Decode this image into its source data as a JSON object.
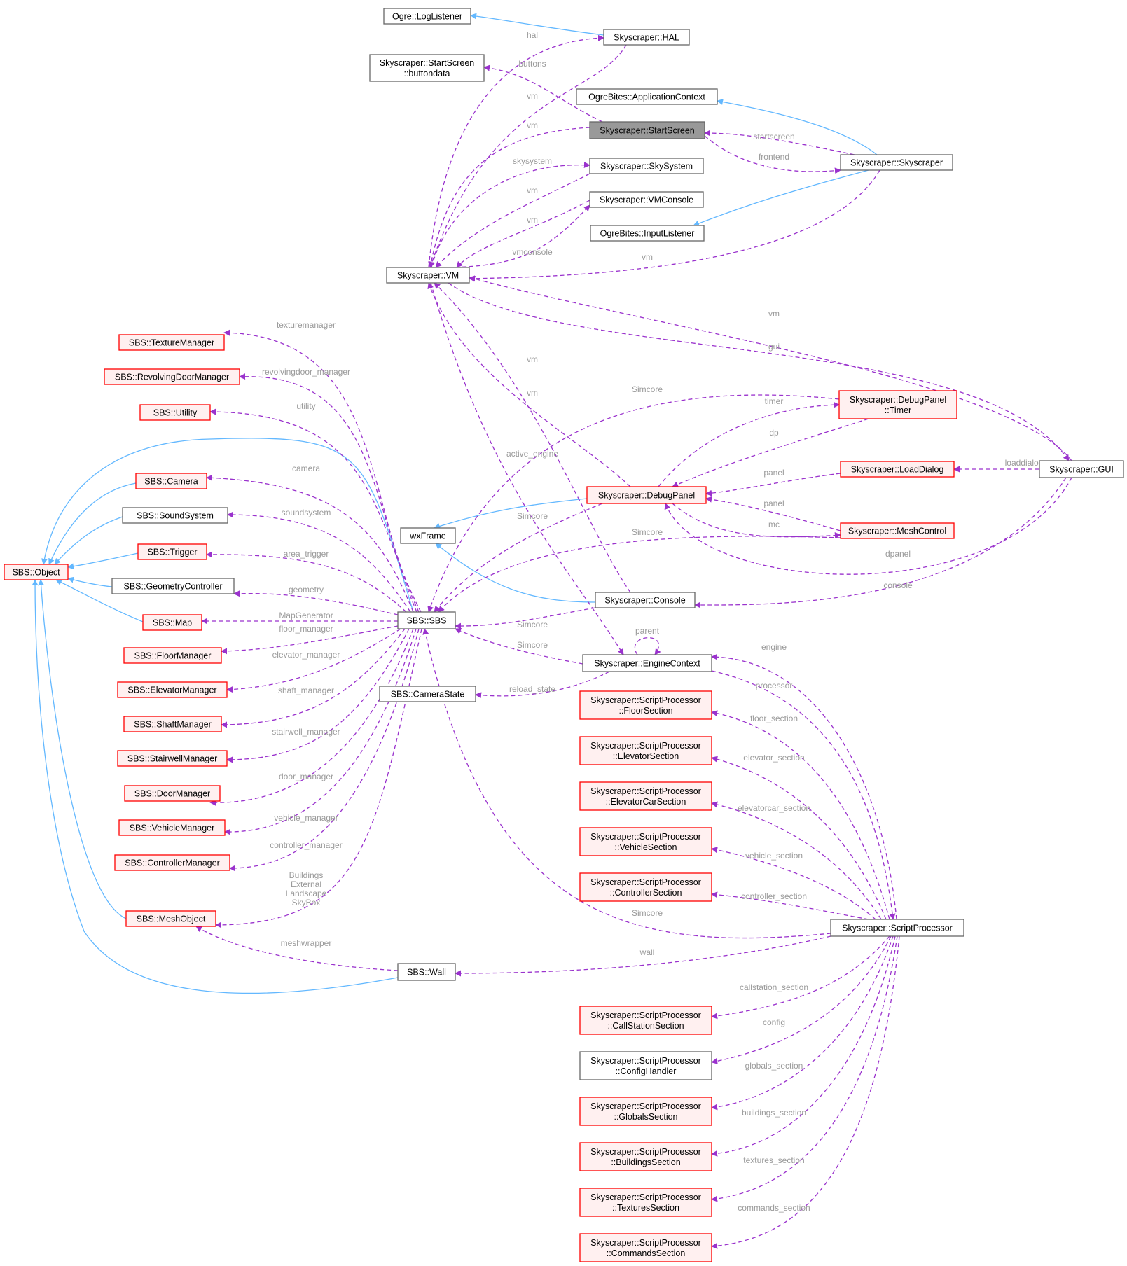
{
  "colors": {
    "use_edge": "#9a32cd",
    "inherit_edge": "#63b8ff",
    "node_border_ok": "#666666",
    "node_border_red": "#ff0000",
    "node_fill_red": "#fff0f0",
    "node_fill_focus": "#999999",
    "label_text": "#9a9a9a"
  },
  "nodes": {
    "logl": {
      "lines": [
        "Ogre::LogListener"
      ],
      "style": "ok"
    },
    "hal": {
      "lines": [
        "Skyscraper::HAL"
      ],
      "style": "ok"
    },
    "bdata": {
      "lines": [
        "Skyscraper::StartScreen",
        "::buttondata"
      ],
      "style": "ok"
    },
    "appctx": {
      "lines": [
        "OgreBites::ApplicationContext"
      ],
      "style": "ok"
    },
    "start": {
      "lines": [
        "Skyscraper::StartScreen"
      ],
      "style": "focus"
    },
    "sky": {
      "lines": [
        "Skyscraper::Skyscraper"
      ],
      "style": "ok"
    },
    "skysys": {
      "lines": [
        "Skyscraper::SkySystem"
      ],
      "style": "ok"
    },
    "vmcon": {
      "lines": [
        "Skyscraper::VMConsole"
      ],
      "style": "ok"
    },
    "inl": {
      "lines": [
        "OgreBites::InputListener"
      ],
      "style": "ok"
    },
    "vm": {
      "lines": [
        "Skyscraper::VM"
      ],
      "style": "ok"
    },
    "texm": {
      "lines": [
        "SBS::TextureManager"
      ],
      "style": "red"
    },
    "rdm": {
      "lines": [
        "SBS::RevolvingDoorManager"
      ],
      "style": "red"
    },
    "util": {
      "lines": [
        "SBS::Utility"
      ],
      "style": "red"
    },
    "cam": {
      "lines": [
        "SBS::Camera"
      ],
      "style": "red"
    },
    "snd": {
      "lines": [
        "SBS::SoundSystem"
      ],
      "style": "ok"
    },
    "trig": {
      "lines": [
        "SBS::Trigger"
      ],
      "style": "red"
    },
    "obj": {
      "lines": [
        "SBS::Object"
      ],
      "style": "red"
    },
    "geo": {
      "lines": [
        "SBS::GeometryController"
      ],
      "style": "ok"
    },
    "map": {
      "lines": [
        "SBS::Map"
      ],
      "style": "red"
    },
    "flm": {
      "lines": [
        "SBS::FloorManager"
      ],
      "style": "red"
    },
    "elm": {
      "lines": [
        "SBS::ElevatorManager"
      ],
      "style": "red"
    },
    "shm": {
      "lines": [
        "SBS::ShaftManager"
      ],
      "style": "red"
    },
    "stm": {
      "lines": [
        "SBS::StairwellManager"
      ],
      "style": "red"
    },
    "dm": {
      "lines": [
        "SBS::DoorManager"
      ],
      "style": "red"
    },
    "vhm": {
      "lines": [
        "SBS::VehicleManager"
      ],
      "style": "red"
    },
    "ctm": {
      "lines": [
        "SBS::ControllerManager"
      ],
      "style": "red"
    },
    "mesh": {
      "lines": [
        "SBS::MeshObject"
      ],
      "style": "red"
    },
    "wall": {
      "lines": [
        "SBS::Wall"
      ],
      "style": "ok"
    },
    "sbs": {
      "lines": [
        "SBS::SBS"
      ],
      "style": "ok"
    },
    "wxf": {
      "lines": [
        "wxFrame"
      ],
      "style": "ok"
    },
    "camst": {
      "lines": [
        "SBS::CameraState"
      ],
      "style": "ok"
    },
    "dp": {
      "lines": [
        "Skyscraper::DebugPanel"
      ],
      "style": "red"
    },
    "tim": {
      "lines": [
        "Skyscraper::DebugPanel",
        "::Timer"
      ],
      "style": "red"
    },
    "ld": {
      "lines": [
        "Skyscraper::LoadDialog"
      ],
      "style": "red"
    },
    "mc": {
      "lines": [
        "Skyscraper::MeshControl"
      ],
      "style": "red"
    },
    "gui": {
      "lines": [
        "Skyscraper::GUI"
      ],
      "style": "ok"
    },
    "cons": {
      "lines": [
        "Skyscraper::Console"
      ],
      "style": "ok"
    },
    "eng": {
      "lines": [
        "Skyscraper::EngineContext"
      ],
      "style": "ok"
    },
    "sp": {
      "lines": [
        "Skyscraper::ScriptProcessor"
      ],
      "style": "ok"
    },
    "fs": {
      "lines": [
        "Skyscraper::ScriptProcessor",
        "::FloorSection"
      ],
      "style": "red"
    },
    "es": {
      "lines": [
        "Skyscraper::ScriptProcessor",
        "::ElevatorSection"
      ],
      "style": "red"
    },
    "ecs": {
      "lines": [
        "Skyscraper::ScriptProcessor",
        "::ElevatorCarSection"
      ],
      "style": "red"
    },
    "vs": {
      "lines": [
        "Skyscraper::ScriptProcessor",
        "::VehicleSection"
      ],
      "style": "red"
    },
    "cs": {
      "lines": [
        "Skyscraper::ScriptProcessor",
        "::ControllerSection"
      ],
      "style": "red"
    },
    "css": {
      "lines": [
        "Skyscraper::ScriptProcessor",
        "::CallStationSection"
      ],
      "style": "red"
    },
    "ch": {
      "lines": [
        "Skyscraper::ScriptProcessor",
        "::ConfigHandler"
      ],
      "style": "ok"
    },
    "gs": {
      "lines": [
        "Skyscraper::ScriptProcessor",
        "::GlobalsSection"
      ],
      "style": "red"
    },
    "bs": {
      "lines": [
        "Skyscraper::ScriptProcessor",
        "::BuildingsSection"
      ],
      "style": "red"
    },
    "ts": {
      "lines": [
        "Skyscraper::ScriptProcessor",
        "::TexturesSection"
      ],
      "style": "red"
    },
    "cms": {
      "lines": [
        "Skyscraper::ScriptProcessor",
        "::CommandsSection"
      ],
      "style": "red"
    }
  },
  "edges": [
    {
      "id": "i_hal_logl",
      "kind": "inherit",
      "from": "hal",
      "to": "logl"
    },
    {
      "id": "i_sky_appctx",
      "kind": "inherit",
      "from": "sky",
      "to": "appctx"
    },
    {
      "id": "i_sky_inl",
      "kind": "inherit",
      "from": "sky",
      "to": "inl"
    },
    {
      "id": "i_dp_wxf",
      "kind": "inherit",
      "from": "dp",
      "to": "wxf"
    },
    {
      "id": "i_cons_wxf",
      "kind": "inherit",
      "from": "cons",
      "to": "wxf"
    },
    {
      "id": "i_sbs_obj",
      "kind": "inherit",
      "from": "sbs",
      "to": "obj"
    },
    {
      "id": "i_cam_obj",
      "kind": "inherit",
      "from": "cam",
      "to": "obj"
    },
    {
      "id": "i_snd_obj",
      "kind": "inherit",
      "from": "snd",
      "to": "obj"
    },
    {
      "id": "i_trig_obj",
      "kind": "inherit",
      "from": "trig",
      "to": "obj"
    },
    {
      "id": "i_geo_obj",
      "kind": "inherit",
      "from": "geo",
      "to": "obj"
    },
    {
      "id": "i_map_obj",
      "kind": "inherit",
      "from": "map",
      "to": "obj"
    },
    {
      "id": "i_mesh_obj",
      "kind": "inherit",
      "from": "mesh",
      "to": "obj"
    },
    {
      "id": "i_wall_obj",
      "kind": "inherit",
      "from": "wall",
      "to": "obj"
    },
    {
      "id": "u_vm_hal",
      "kind": "use",
      "from": "vm",
      "to": "hal",
      "label": "hal"
    },
    {
      "id": "u_start_bdata",
      "kind": "use",
      "from": "start",
      "to": "bdata",
      "label": "buttons"
    },
    {
      "id": "u_hal_vm",
      "kind": "use",
      "from": "hal",
      "to": "vm",
      "label": "vm"
    },
    {
      "id": "u_start_vm",
      "kind": "use",
      "from": "start",
      "to": "vm",
      "label": "vm"
    },
    {
      "id": "u_vm_skysys",
      "kind": "use",
      "from": "vm",
      "to": "skysys",
      "label": "skysystem"
    },
    {
      "id": "u_skysys_vm",
      "kind": "use",
      "from": "skysys",
      "to": "vm",
      "label": "vm"
    },
    {
      "id": "u_vmcon_vm",
      "kind": "use",
      "from": "vmcon",
      "to": "vm",
      "label": "vm"
    },
    {
      "id": "u_vm_vmcon",
      "kind": "use",
      "from": "vm",
      "to": "vmcon",
      "label": "vmconsole"
    },
    {
      "id": "u_sky_vm",
      "kind": "use",
      "from": "sky",
      "to": "vm",
      "label": "vm"
    },
    {
      "id": "u_sky_start",
      "kind": "use",
      "from": "sky",
      "to": "start",
      "label": "startscreen"
    },
    {
      "id": "u_start_sky",
      "kind": "use",
      "from": "start",
      "to": "sky",
      "label": "frontend"
    },
    {
      "id": "u_gui_vm",
      "kind": "use",
      "from": "gui",
      "to": "vm",
      "label": "vm"
    },
    {
      "id": "u_vm_gui",
      "kind": "use",
      "from": "vm",
      "to": "gui",
      "label": "gui"
    },
    {
      "id": "u_dp_vm",
      "kind": "use",
      "from": "dp",
      "to": "vm",
      "label": "vm"
    },
    {
      "id": "u_cons_vm",
      "kind": "use",
      "from": "cons",
      "to": "vm",
      "label": "vm"
    },
    {
      "id": "u_vm_eng",
      "kind": "use",
      "from": "vm",
      "to": "eng",
      "label": "active_engine"
    },
    {
      "id": "u_tim_sbs",
      "kind": "use",
      "from": "tim",
      "to": "sbs",
      "label": "Simcore"
    },
    {
      "id": "u_dp_tim",
      "kind": "use",
      "from": "dp",
      "to": "tim",
      "label": "timer"
    },
    {
      "id": "u_tim_dp",
      "kind": "use",
      "from": "tim",
      "to": "dp",
      "label": "dp"
    },
    {
      "id": "u_gui_ld",
      "kind": "use",
      "from": "gui",
      "to": "ld",
      "label": "loaddialog"
    },
    {
      "id": "u_ld_dp",
      "kind": "use",
      "from": "ld",
      "to": "dp",
      "label": "panel"
    },
    {
      "id": "u_mc_dp",
      "kind": "use",
      "from": "mc",
      "to": "dp",
      "label": "panel"
    },
    {
      "id": "u_dp_mc",
      "kind": "use",
      "from": "dp",
      "to": "mc",
      "label": "mc"
    },
    {
      "id": "u_gui_dp",
      "kind": "use",
      "from": "gui",
      "to": "dp",
      "label": "dpanel"
    },
    {
      "id": "u_dp_sbs",
      "kind": "use",
      "from": "dp",
      "to": "sbs",
      "label": "Simcore"
    },
    {
      "id": "u_mc_sbs",
      "kind": "use",
      "from": "mc",
      "to": "sbs",
      "label": "Simcore"
    },
    {
      "id": "u_gui_cons",
      "kind": "use",
      "from": "gui",
      "to": "cons",
      "label": "console"
    },
    {
      "id": "u_cons_sbs",
      "kind": "use",
      "from": "cons",
      "to": "sbs",
      "label": "Simcore"
    },
    {
      "id": "u_eng_sbs",
      "kind": "use",
      "from": "eng",
      "to": "sbs",
      "label": "Simcore"
    },
    {
      "id": "u_eng_eng",
      "kind": "use",
      "from": "eng",
      "to": "eng",
      "label": "parent"
    },
    {
      "id": "u_eng_camst",
      "kind": "use",
      "from": "eng",
      "to": "camst",
      "label": "reload_state"
    },
    {
      "id": "u_sp_eng",
      "kind": "use",
      "from": "sp",
      "to": "eng",
      "label": "engine"
    },
    {
      "id": "u_eng_sp",
      "kind": "use",
      "from": "eng",
      "to": "sp",
      "label": "processor"
    },
    {
      "id": "u_sp_fs",
      "kind": "use",
      "from": "sp",
      "to": "fs",
      "label": "floor_section"
    },
    {
      "id": "u_sp_es",
      "kind": "use",
      "from": "sp",
      "to": "es",
      "label": "elevator_section"
    },
    {
      "id": "u_sp_ecs",
      "kind": "use",
      "from": "sp",
      "to": "ecs",
      "label": "elevatorcar_section"
    },
    {
      "id": "u_sp_vs",
      "kind": "use",
      "from": "sp",
      "to": "vs",
      "label": "vehicle_section"
    },
    {
      "id": "u_sp_cs",
      "kind": "use",
      "from": "sp",
      "to": "cs",
      "label": "controller_section"
    },
    {
      "id": "u_sp_sbs",
      "kind": "use",
      "from": "sp",
      "to": "sbs",
      "label": "Simcore"
    },
    {
      "id": "u_sp_wall",
      "kind": "use",
      "from": "sp",
      "to": "wall",
      "label": "wall"
    },
    {
      "id": "u_sp_css",
      "kind": "use",
      "from": "sp",
      "to": "css",
      "label": "callstation_section"
    },
    {
      "id": "u_sp_ch",
      "kind": "use",
      "from": "sp",
      "to": "ch",
      "label": "config"
    },
    {
      "id": "u_sp_gs",
      "kind": "use",
      "from": "sp",
      "to": "gs",
      "label": "globals_section"
    },
    {
      "id": "u_sp_bs",
      "kind": "use",
      "from": "sp",
      "to": "bs",
      "label": "buildings_section"
    },
    {
      "id": "u_sp_ts",
      "kind": "use",
      "from": "sp",
      "to": "ts",
      "label": "textures_section"
    },
    {
      "id": "u_sp_cms",
      "kind": "use",
      "from": "sp",
      "to": "cms",
      "label": "commands_section"
    },
    {
      "id": "u_sbs_texm",
      "kind": "use",
      "from": "sbs",
      "to": "texm",
      "label": "texturemanager"
    },
    {
      "id": "u_sbs_rdm",
      "kind": "use",
      "from": "sbs",
      "to": "rdm",
      "label": "revolvingdoor_manager"
    },
    {
      "id": "u_sbs_util",
      "kind": "use",
      "from": "sbs",
      "to": "util",
      "label": "utility"
    },
    {
      "id": "u_sbs_cam",
      "kind": "use",
      "from": "sbs",
      "to": "cam",
      "label": "camera"
    },
    {
      "id": "u_sbs_snd",
      "kind": "use",
      "from": "sbs",
      "to": "snd",
      "label": "soundsystem"
    },
    {
      "id": "u_sbs_trig",
      "kind": "use",
      "from": "sbs",
      "to": "trig",
      "label": "area_trigger"
    },
    {
      "id": "u_sbs_geo",
      "kind": "use",
      "from": "sbs",
      "to": "geo",
      "label": "geometry"
    },
    {
      "id": "u_sbs_map",
      "kind": "use",
      "from": "sbs",
      "to": "map",
      "label": "MapGenerator"
    },
    {
      "id": "u_sbs_flm",
      "kind": "use",
      "from": "sbs",
      "to": "flm",
      "label": "floor_manager"
    },
    {
      "id": "u_sbs_elm",
      "kind": "use",
      "from": "sbs",
      "to": "elm",
      "label": "elevator_manager"
    },
    {
      "id": "u_sbs_shm",
      "kind": "use",
      "from": "sbs",
      "to": "shm",
      "label": "shaft_manager"
    },
    {
      "id": "u_sbs_stm",
      "kind": "use",
      "from": "sbs",
      "to": "stm",
      "label": "stairwell_manager"
    },
    {
      "id": "u_sbs_dm",
      "kind": "use",
      "from": "sbs",
      "to": "dm",
      "label": "door_manager"
    },
    {
      "id": "u_sbs_vhm",
      "kind": "use",
      "from": "sbs",
      "to": "vhm",
      "label": "vehicle_manager"
    },
    {
      "id": "u_sbs_ctm",
      "kind": "use",
      "from": "sbs",
      "to": "ctm",
      "label": "controller_manager"
    },
    {
      "id": "u_sbs_mesh",
      "kind": "use",
      "from": "sbs",
      "to": "mesh",
      "label": "Buildings\nExternal\nLandscape\nSkyBox"
    },
    {
      "id": "u_wall_mesh",
      "kind": "use",
      "from": "wall",
      "to": "mesh",
      "label": "meshwrapper"
    }
  ]
}
